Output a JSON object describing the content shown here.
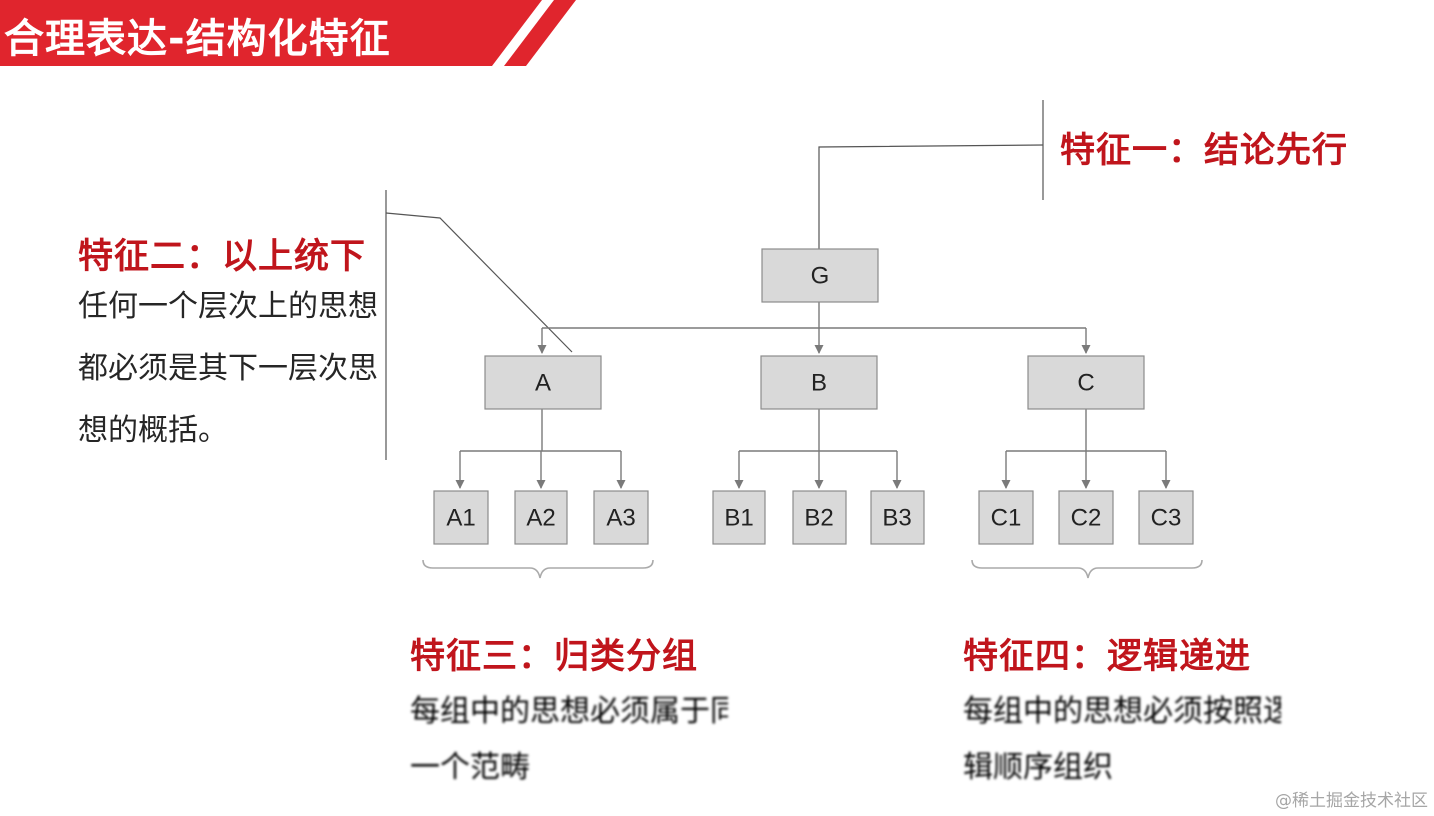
{
  "title": "合理表达-结构化特征",
  "colors": {
    "accent": "#e0252d",
    "feature_title": "#c0151c",
    "node_fill": "#d9d9d9"
  },
  "features": {
    "f1": {
      "title": "特征一：结论先行"
    },
    "f2": {
      "title": "特征二：以上统下",
      "desc": "任何一个层次上的思想都必须是其下一层次思想的概括。"
    },
    "f3": {
      "title": "特征三：归类分组",
      "line1": "每组中的思想必须属于同",
      "line2": "一个范畴"
    },
    "f4": {
      "title": "特征四：逻辑递进",
      "line1": "每组中的思想必须按照逻",
      "line2": "辑顺序组织"
    }
  },
  "tree": {
    "root": "G",
    "level1": [
      "A",
      "B",
      "C"
    ],
    "level2": {
      "A": [
        "A1",
        "A2",
        "A3"
      ],
      "B": [
        "B1",
        "B2",
        "B3"
      ],
      "C": [
        "C1",
        "C2",
        "C3"
      ]
    }
  },
  "watermark": "@稀土掘金技术社区"
}
